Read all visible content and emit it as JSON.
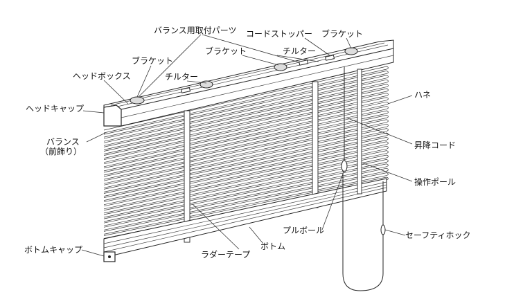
{
  "labels": {
    "balance_parts": "バランス用取付パーツ",
    "cord_stopper": "コードストッパー",
    "bracket_right": "ブラケット",
    "bracket_mid": "ブラケット",
    "bracket_left": "ブラケット",
    "tilter_right": "チルター",
    "tilter_left": "チルター",
    "head_box": "ヘッドボックス",
    "head_cap": "ヘッドキャップ",
    "valance": "バランス",
    "valance_sub": "（前飾り）",
    "slat": "ハネ",
    "lift_cord": "昇降コード",
    "wand": "操作ポール",
    "pull_ball": "プルボール",
    "safety_hook": "セーフティホック",
    "bottom_cap": "ボトムキャップ",
    "ladder_tape": "ラダーテープ",
    "bottom_rail": "ボトム"
  }
}
